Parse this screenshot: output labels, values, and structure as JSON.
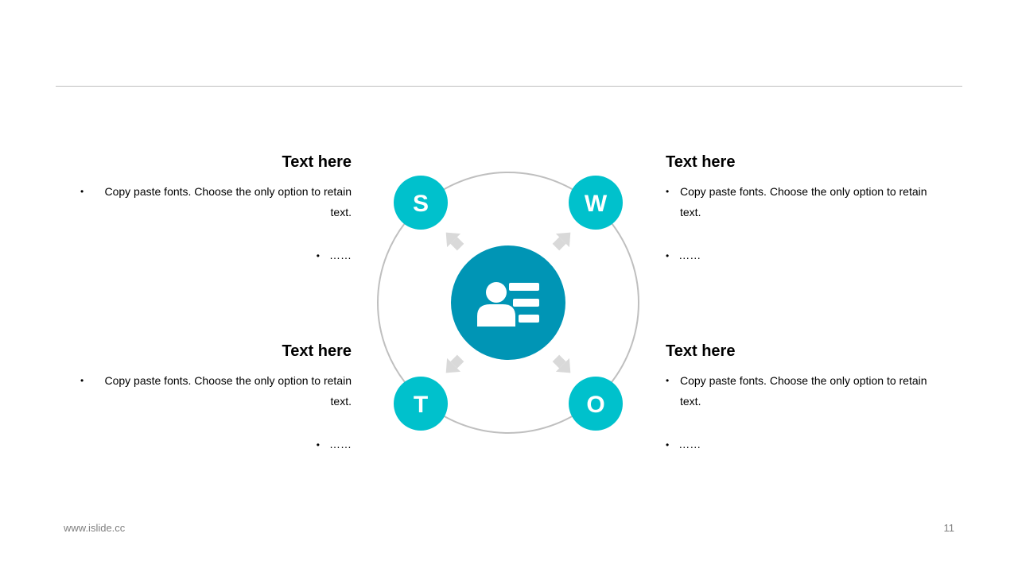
{
  "blocks": {
    "s": {
      "heading": "Text here",
      "item1": "Copy paste fonts. Choose the only option to retain text.",
      "item2": "……"
    },
    "w": {
      "heading": "Text here",
      "item1": "Copy paste fonts. Choose the only option to retain text.",
      "item2": "……"
    },
    "t": {
      "heading": "Text here",
      "item1": "Copy paste fonts. Choose the only option to retain text.",
      "item2": "……"
    },
    "o": {
      "heading": "Text here",
      "item1": "Copy paste fonts. Choose the only option to retain text.",
      "item2": "……"
    }
  },
  "diagram": {
    "letters": {
      "s": "S",
      "w": "W",
      "t": "T",
      "o": "O"
    },
    "center_icon": "person-list-icon",
    "colors": {
      "node": "#00c1cc",
      "center": "#0095b5",
      "ring": "#bfbfbf",
      "arrow": "#d9d9d9"
    }
  },
  "footer": {
    "url": "www.islide.cc",
    "page": "11"
  }
}
